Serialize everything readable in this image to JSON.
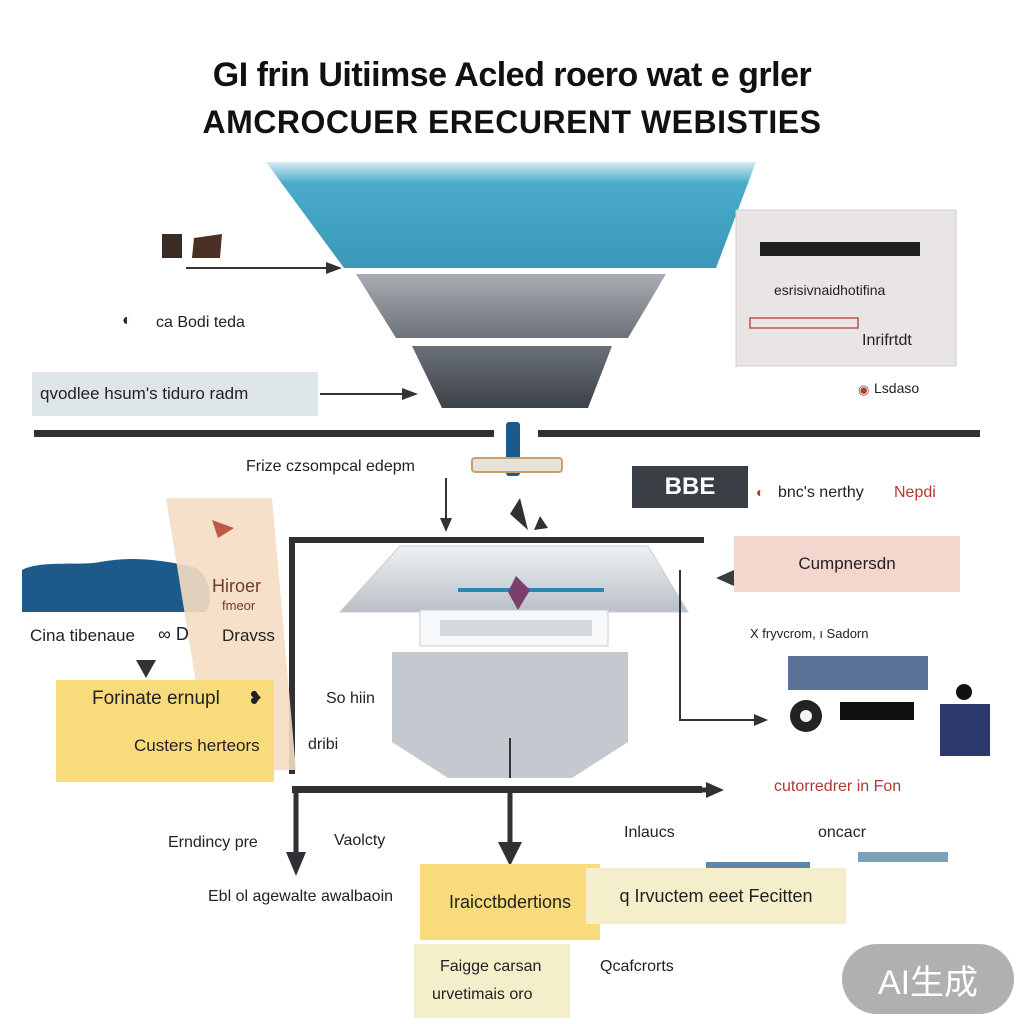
{
  "title": {
    "line1": "GI  frin Uitiimse Acled roero wat  e grler",
    "line2": "AMCROCUER ERECURENT  WEBISTIES"
  },
  "left": {
    "label_a": "ca Bodi teda",
    "label_b": "qvodlee hsum's tiduro radm",
    "label_c": "Frize czsompcal edepm",
    "hiro_text": "Hiroer",
    "hiro_sub": "fmeor",
    "label_d": "Cina tibenaue",
    "label_e": "Dravss",
    "yellow_line1": "Forinate ernupl",
    "yellow_line2": "Custers herteors",
    "label_f": "So hiin",
    "label_g": "dribi"
  },
  "right": {
    "panel_text1": "esrisivnaidhotifina",
    "panel_text2": "Inrifrtdt",
    "label_r1": "Lsdaso",
    "dark_badge": "BBE",
    "label_r2": "bnc's nerthy",
    "label_r3": "Nepdi",
    "pink_box": "Cumpnersdn",
    "label_r4": "X  fryvcrom, ı Sadorn",
    "label_r5": "cutorredrer in Fon"
  },
  "bottom": {
    "label_b1": "Erndincy pre",
    "label_b2": "Vaolcty",
    "label_b3": "Inlaucs",
    "label_b4": "oncacr",
    "label_b5": "Ebl ol agewalte awalbaoin",
    "yellow_box": "Iraicctbdertions",
    "cream_box": "q Irvuctem eeet Fecitten",
    "bottom_text1": "Faigge carsan",
    "bottom_text2": "urvetimais oro",
    "label_b6": "Qcafcrorts"
  },
  "badge": "AI生成",
  "colors": {
    "funnel_top": "#4aabca",
    "funnel_mid": "#7a8088",
    "funnel_bot": "#4c5158",
    "line": "#2f3134",
    "blue_shape": "#1d5a8c"
  }
}
